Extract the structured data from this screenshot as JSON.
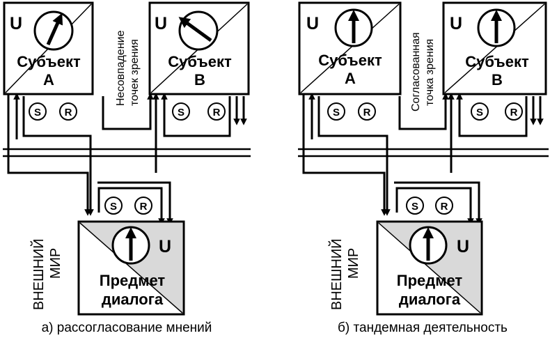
{
  "colors": {
    "ink": "#000000",
    "paper": "#ffffff",
    "shade": "#d9d9d9"
  },
  "icons": [
    "dial-arrow-icon",
    "s-circle-icon",
    "r-circle-icon",
    "arrowhead-icon"
  ],
  "left": {
    "subject_a": {
      "u": "U",
      "line1": "Субъект",
      "line2": "А"
    },
    "subject_b": {
      "u": "U",
      "line1": "Субъект",
      "line2": "В"
    },
    "vertical_label": {
      "line1": "Несовпадение",
      "line2": "точек зрения"
    },
    "object": {
      "u": "U",
      "line1": "Предмет",
      "line2": "диалога"
    },
    "world": {
      "line1": "ВНЕШНИЙ",
      "line2": "МИР"
    },
    "s": "S",
    "r": "R",
    "caption": "а) рассогласование мнений"
  },
  "right": {
    "subject_a": {
      "u": "U",
      "line1": "Субъект",
      "line2": "А"
    },
    "subject_b": {
      "u": "U",
      "line1": "Субъект",
      "line2": "В"
    },
    "vertical_label": {
      "line1": "Согласованная",
      "line2": "точка зрения"
    },
    "object": {
      "u": "U",
      "line1": "Предмет",
      "line2": "диалога"
    },
    "world": {
      "line1": "ВНЕШНИЙ",
      "line2": "МИР"
    },
    "s": "S",
    "r": "R",
    "caption": "б) тандемная деятельность"
  }
}
